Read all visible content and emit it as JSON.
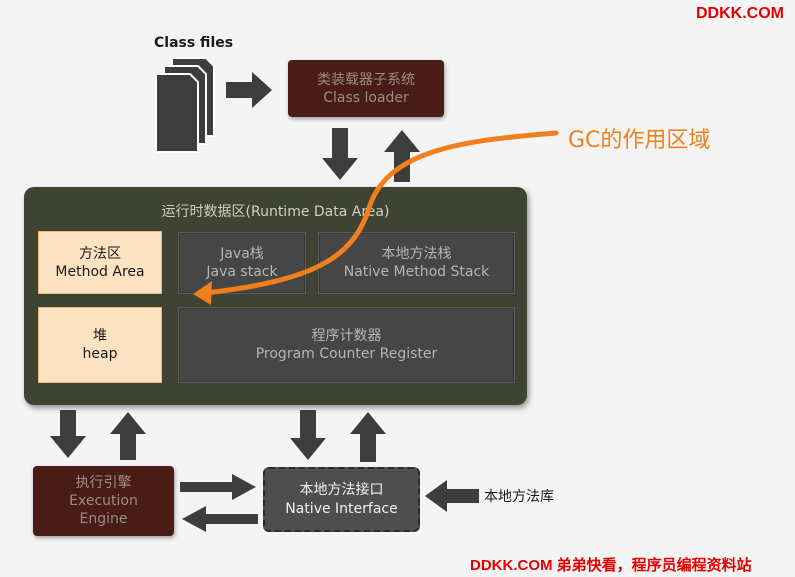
{
  "watermark": {
    "top": "DDKK.COM",
    "bottom": "DDKK.COM 弟弟快看，程序员编程资料站"
  },
  "class_files": {
    "label": "Class files"
  },
  "class_loader": {
    "zh": "类装载器子系统",
    "en": "Class loader"
  },
  "gc": {
    "label": "GC的作用区域"
  },
  "runtime_area": {
    "title": "运行时数据区(Runtime Data Area)",
    "method_area": {
      "zh": "方法区",
      "en": "Method Area"
    },
    "java_stack": {
      "zh": "Java栈",
      "en": "Java stack"
    },
    "native_method_stack": {
      "zh": "本地方法栈",
      "en": "Native Method Stack"
    },
    "heap": {
      "zh": "堆",
      "en": "heap"
    },
    "pc_register": {
      "zh": "程序计数器",
      "en": "Program Counter Register"
    }
  },
  "execution_engine": {
    "zh": "执行引擎",
    "en1": "Execution",
    "en2": "Engine"
  },
  "native_interface": {
    "zh": "本地方法接口",
    "en": "Native Interface"
  },
  "native_library": {
    "label": "本地方法库"
  },
  "colors": {
    "gc_orange": "#f07f1c",
    "dark_box": "#4a1c16",
    "runtime_bg": "#3f4332",
    "highlight_cell": "#fde3c2"
  }
}
